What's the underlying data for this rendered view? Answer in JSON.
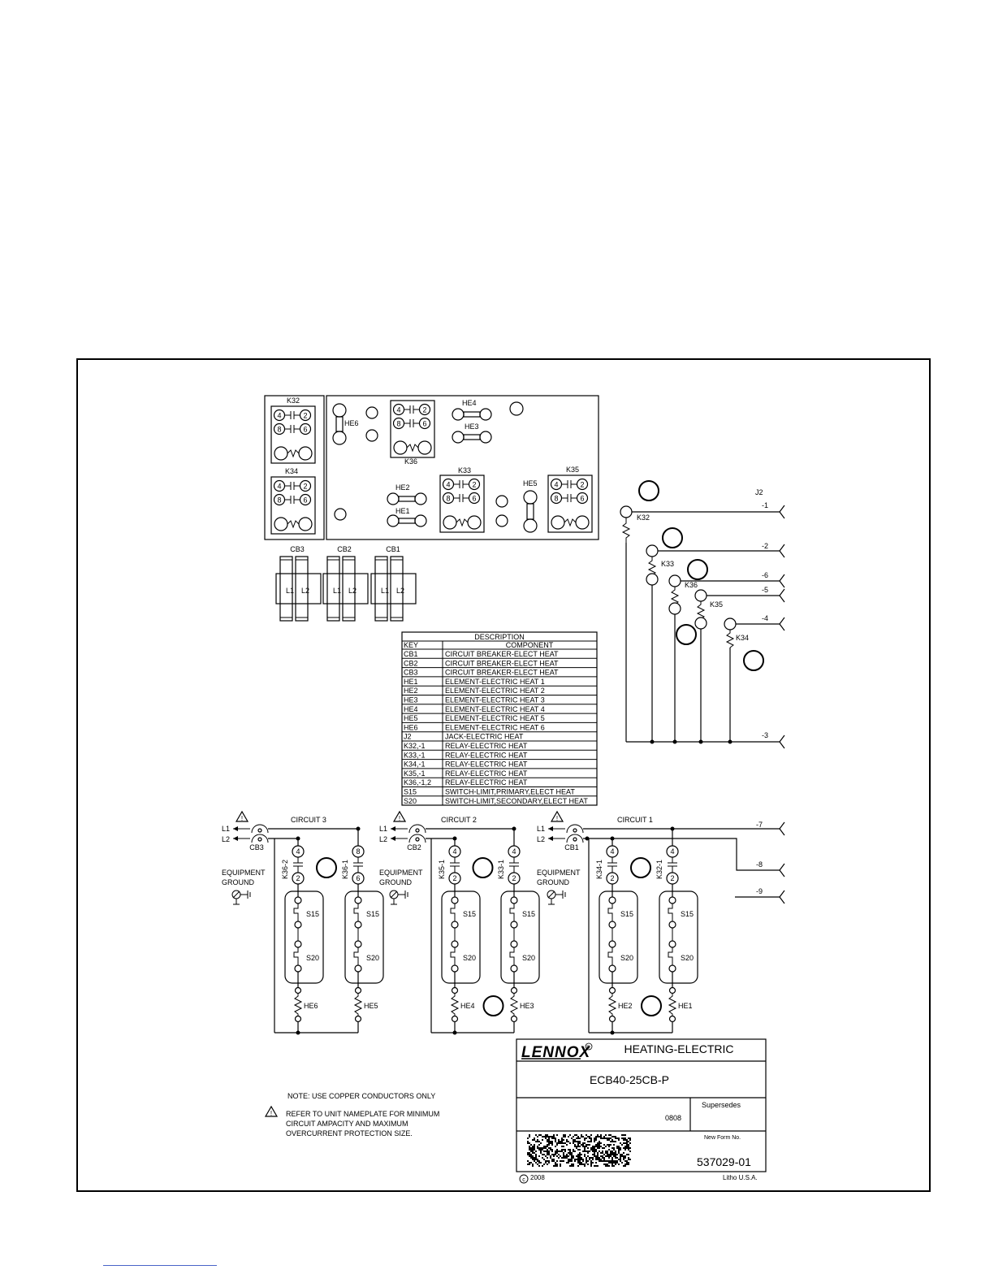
{
  "top_boxes": {
    "relays": [
      "K32",
      "K34",
      "K36",
      "K33",
      "K35"
    ],
    "elements": [
      "HE6",
      "HE4",
      "HE3",
      "HE2",
      "HE1",
      "HE5"
    ],
    "terminals": [
      "4",
      "2",
      "8",
      "6"
    ]
  },
  "breakers": {
    "labels": [
      "CB3",
      "CB2",
      "CB1"
    ],
    "poles": [
      "L1",
      "L2"
    ]
  },
  "jack": {
    "title": "J2",
    "pins": [
      "-1",
      "-2",
      "-6",
      "-5",
      "-4",
      "-3",
      "-7",
      "-8",
      "-9"
    ],
    "relays": [
      "K32",
      "K33",
      "K36",
      "K35",
      "K34"
    ]
  },
  "legend": {
    "title": "DESCRIPTION",
    "headers": [
      "KEY",
      "COMPONENT"
    ],
    "rows": [
      [
        "CB1",
        "CIRCUIT BREAKER-ELECT HEAT"
      ],
      [
        "CB2",
        "CIRCUIT BREAKER-ELECT HEAT"
      ],
      [
        "CB3",
        "CIRCUIT BREAKER-ELECT HEAT"
      ],
      [
        "HE1",
        "ELEMENT-ELECTRIC HEAT 1"
      ],
      [
        "HE2",
        "ELEMENT-ELECTRIC HEAT 2"
      ],
      [
        "HE3",
        "ELEMENT-ELECTRIC HEAT 3"
      ],
      [
        "HE4",
        "ELEMENT-ELECTRIC HEAT 4"
      ],
      [
        "HE5",
        "ELEMENT-ELECTRIC HEAT 5"
      ],
      [
        "HE6",
        "ELEMENT-ELECTRIC HEAT 6"
      ],
      [
        "J2",
        "JACK-ELECTRIC HEAT"
      ],
      [
        "K32,-1",
        "RELAY-ELECTRIC HEAT"
      ],
      [
        "K33,-1",
        "RELAY-ELECTRIC HEAT"
      ],
      [
        "K34,-1",
        "RELAY-ELECTRIC HEAT"
      ],
      [
        "K35,-1",
        "RELAY-ELECTRIC HEAT"
      ],
      [
        "K36,-1,2",
        "RELAY-ELECTRIC HEAT"
      ],
      [
        "S15",
        "SWITCH-LIMIT,PRIMARY,ELECT HEAT"
      ],
      [
        "S20",
        "SWITCH-LIMIT,SECONDARY,ELECT HEAT"
      ]
    ]
  },
  "circuits": [
    {
      "title": "CIRCUIT 3",
      "breaker": "CB3",
      "contacts": [
        "K36-2",
        "K36-1"
      ],
      "top_terms": [
        "4",
        "8"
      ],
      "bot_terms": [
        "2",
        "6"
      ],
      "elements": [
        "HE6",
        "HE5"
      ]
    },
    {
      "title": "CIRCUIT 2",
      "breaker": "CB2",
      "contacts": [
        "K35-1",
        "K33-1"
      ],
      "top_terms": [
        "4",
        "4"
      ],
      "bot_terms": [
        "2",
        "2"
      ],
      "elements": [
        "HE4",
        "HE3"
      ]
    },
    {
      "title": "CIRCUIT 1",
      "breaker": "CB1",
      "contacts": [
        "K34-1",
        "K32-1"
      ],
      "top_terms": [
        "4",
        "4"
      ],
      "bot_terms": [
        "2",
        "2"
      ],
      "elements": [
        "HE2",
        "HE1"
      ]
    }
  ],
  "lines": {
    "l1": "L1",
    "l2": "L2"
  },
  "ground": {
    "line1": "EQUIPMENT",
    "line2": "GROUND"
  },
  "switches": {
    "primary": "S15",
    "secondary": "S20"
  },
  "warning_symbol": "!",
  "notes": {
    "note1": "NOTE: USE COPPER CONDUCTORS ONLY",
    "warning_lines": [
      "REFER TO UNIT NAMEPLATE FOR MINIMUM",
      "CIRCUIT AMPACITY AND MAXIMUM",
      "OVERCURRENT PROTECTION SIZE."
    ]
  },
  "title_block": {
    "brand": "LENNOX",
    "registered": "®",
    "title": "HEATING-ELECTRIC",
    "model": "ECB40-25CB-P",
    "date": "0808",
    "supersedes_label": "Supersedes",
    "new_form_label": "New Form No.",
    "form_number": "537029-01",
    "copyright_symbol": "c",
    "copyright_year": "2008",
    "printed": "Litho U.S.A."
  }
}
